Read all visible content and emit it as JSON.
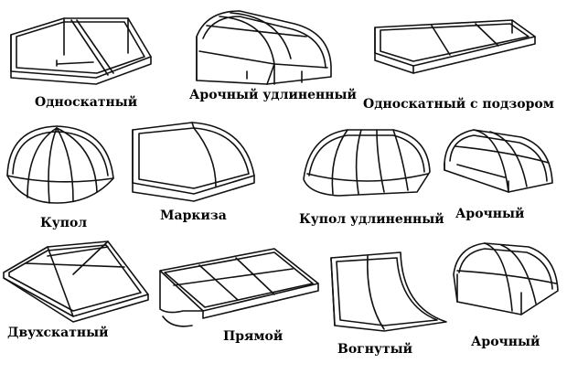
{
  "labels": {
    "single_slope": "Односкатный",
    "arched_long": "Арочный удлиненный",
    "single_slope_valance": "Односкатный с подзором",
    "dome": "Купол",
    "awning": "Маркиза",
    "dome_long": "Купол удлиненный",
    "arched_1": "Арочный",
    "gable": "Двухскатный",
    "straight": "Прямой",
    "concave": "Вогнутый",
    "arched_2": "Арочный"
  }
}
